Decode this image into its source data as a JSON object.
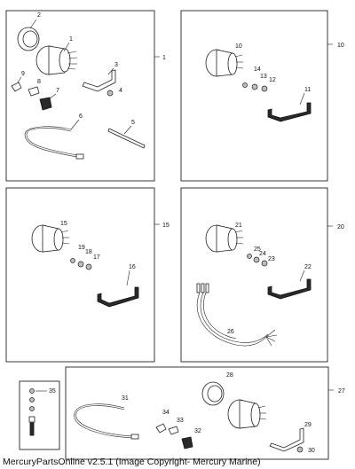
{
  "caption": "MercuryPartsOnline v2.5.1 (Image Copyright- Mercury Marine)",
  "kits": {
    "k1": "1",
    "k10": "10",
    "k15": "15",
    "k20": "20",
    "k27": "27"
  },
  "parts": {
    "p1": "1",
    "p2": "2",
    "p3": "3",
    "p4": "4",
    "p5": "5",
    "p6": "6",
    "p7": "7",
    "p8": "8",
    "p9": "9",
    "p10": "10",
    "p11": "11",
    "p12": "12",
    "p13": "13",
    "p14": "14",
    "p15": "15",
    "p16": "16",
    "p17": "17",
    "p18": "18",
    "p19": "19",
    "p21": "21",
    "p22": "22",
    "p23": "23",
    "p24": "24",
    "p25": "25",
    "p26": "26",
    "p28": "28",
    "p29": "29",
    "p30": "30",
    "p31": "31",
    "p32": "32",
    "p33": "33",
    "p34": "34",
    "p35": "35"
  }
}
